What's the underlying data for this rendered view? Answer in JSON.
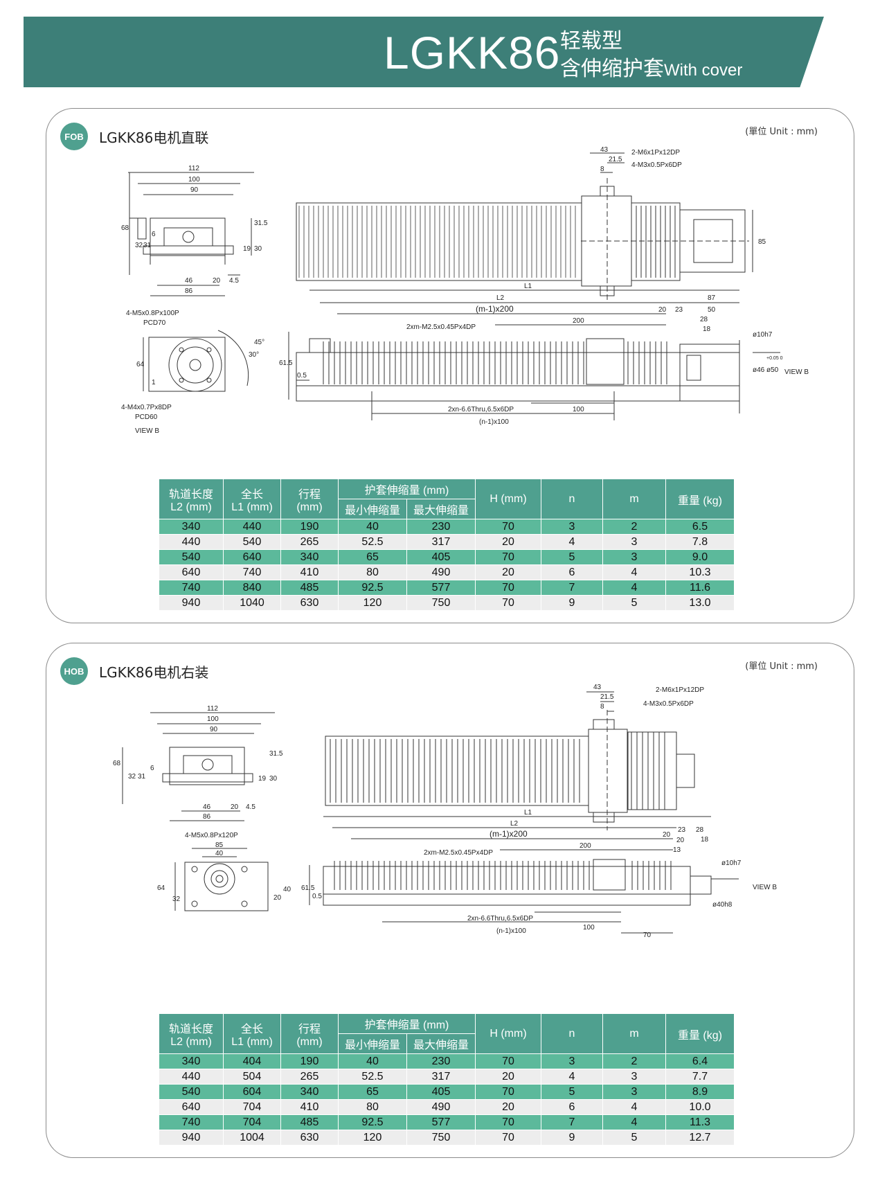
{
  "header": {
    "model": "LGKK86",
    "subtitle_line1": "轻载型",
    "subtitle_line2": "含伸缩护套",
    "subtitle_en": "With cover"
  },
  "sections": [
    {
      "badge": "FOB",
      "title": "LGKK86电机直联",
      "unit": "(單位 Unit : mm)",
      "labels": {
        "w112": "112",
        "w100": "100",
        "w90": "90",
        "h68": "68",
        "h32": "32",
        "h31": "31",
        "h6": "6",
        "h31_5": "31.5",
        "h19": "19",
        "h30": "30",
        "w46": "46",
        "w20": "20",
        "w4_5": "4.5",
        "w86": "86",
        "d43": "43",
        "d21_5": "21.5",
        "d8": "8",
        "screw1": "2-M6x1Px12DP",
        "screw2": "4-M3x0.5Px6DP",
        "h85": "85",
        "L1": "L1",
        "L2": "L2",
        "m200": "(m-1)x200",
        "r20": "20",
        "r23": "23",
        "r87": "87",
        "r50": "50",
        "r28": "28",
        "r18": "18",
        "holes_top": "2xm-M2.5x0.45Px4DP",
        "s200": "200",
        "phi10": "ø10h7",
        "phi46": "ø46",
        "phi50": "ø50",
        "tol": "+0.05 0",
        "viewb": "VIEW B",
        "h61_5": "61.5",
        "h0_5": "0.5",
        "holes_bot": "2xn-6.6Thru,6.5x6DP",
        "n100": "(n-1)x100",
        "b100": "100",
        "flange1": "4-M5x0.8Px100P",
        "pcd70": "PCD70",
        "flange2": "4-M4x0.7Px8DP",
        "pcd60": "PCD60",
        "a45": "45°",
        "a30": "30°",
        "h64": "64",
        "h1": "1",
        "viewb2": "VIEW B"
      },
      "table": {
        "headers": {
          "l2": [
            "轨道长度",
            "L2 (mm)"
          ],
          "l1": [
            "全长",
            "L1 (mm)"
          ],
          "stroke": [
            "行程",
            "(mm)"
          ],
          "cover": "护套伸缩量 (mm)",
          "cover_min": "最小伸缩量",
          "cover_max": "最大伸缩量",
          "h": "H (mm)",
          "n": "n",
          "m": "m",
          "weight": "重量 (kg)"
        },
        "rows": [
          [
            "340",
            "440",
            "190",
            "40",
            "230",
            "70",
            "3",
            "2",
            "6.5"
          ],
          [
            "440",
            "540",
            "265",
            "52.5",
            "317",
            "20",
            "4",
            "3",
            "7.8"
          ],
          [
            "540",
            "640",
            "340",
            "65",
            "405",
            "70",
            "5",
            "3",
            "9.0"
          ],
          [
            "640",
            "740",
            "410",
            "80",
            "490",
            "20",
            "6",
            "4",
            "10.3"
          ],
          [
            "740",
            "840",
            "485",
            "92.5",
            "577",
            "70",
            "7",
            "4",
            "11.6"
          ],
          [
            "940",
            "1040",
            "630",
            "120",
            "750",
            "70",
            "9",
            "5",
            "13.0"
          ]
        ]
      }
    },
    {
      "badge": "HOB",
      "title": "LGKK86电机右装",
      "unit": "(單位 Unit : mm)",
      "labels": {
        "w112": "112",
        "w100": "100",
        "w90": "90",
        "h68": "68",
        "h32": "32",
        "h31": "31",
        "h6": "6",
        "h31_5": "31.5",
        "h19": "19",
        "h30": "30",
        "w46": "46",
        "w20": "20",
        "w4_5": "4.5",
        "w86": "86",
        "d43": "43",
        "d21_5": "21.5",
        "d8": "8",
        "screw1": "2-M6x1Px12DP",
        "screw2": "4-M3x0.5Px6DP",
        "L1": "L1",
        "L2": "L2",
        "m200": "(m-1)x200",
        "r20": "20",
        "r23": "23",
        "r28": "28",
        "r18": "18",
        "r20b": "20",
        "r13": "13",
        "holes_top": "2xm-M2.5x0.45Px4DP",
        "s200": "200",
        "phi10": "ø10h7",
        "phi40": "ø40h8",
        "viewb": "VIEW B",
        "h61_5": "61.5",
        "h0_5": "0.5",
        "holes_bot": "2xn-6.6Thru,6.5x6DP",
        "n100": "(n-1)x100",
        "b100": "100",
        "b70": "70",
        "flange1": "4-M5x0.8Px120P",
        "f85": "85",
        "f40": "40",
        "h64": "64",
        "h32b": "32",
        "h20": "20",
        "h40": "40"
      },
      "table": {
        "headers": {
          "l2": [
            "轨道长度",
            "L2 (mm)"
          ],
          "l1": [
            "全长",
            "L1 (mm)"
          ],
          "stroke": [
            "行程",
            "(mm)"
          ],
          "cover": "护套伸缩量 (mm)",
          "cover_min": "最小伸缩量",
          "cover_max": "最大伸缩量",
          "h": "H (mm)",
          "n": "n",
          "m": "m",
          "weight": "重量 (kg)"
        },
        "rows": [
          [
            "340",
            "404",
            "190",
            "40",
            "230",
            "70",
            "3",
            "2",
            "6.4"
          ],
          [
            "440",
            "504",
            "265",
            "52.5",
            "317",
            "20",
            "4",
            "3",
            "7.7"
          ],
          [
            "540",
            "604",
            "340",
            "65",
            "405",
            "70",
            "5",
            "3",
            "8.9"
          ],
          [
            "640",
            "704",
            "410",
            "80",
            "490",
            "20",
            "6",
            "4",
            "10.0"
          ],
          [
            "740",
            "704",
            "485",
            "92.5",
            "577",
            "70",
            "7",
            "4",
            "11.3"
          ],
          [
            "940",
            "1004",
            "630",
            "120",
            "750",
            "70",
            "9",
            "5",
            "12.7"
          ]
        ]
      }
    }
  ]
}
